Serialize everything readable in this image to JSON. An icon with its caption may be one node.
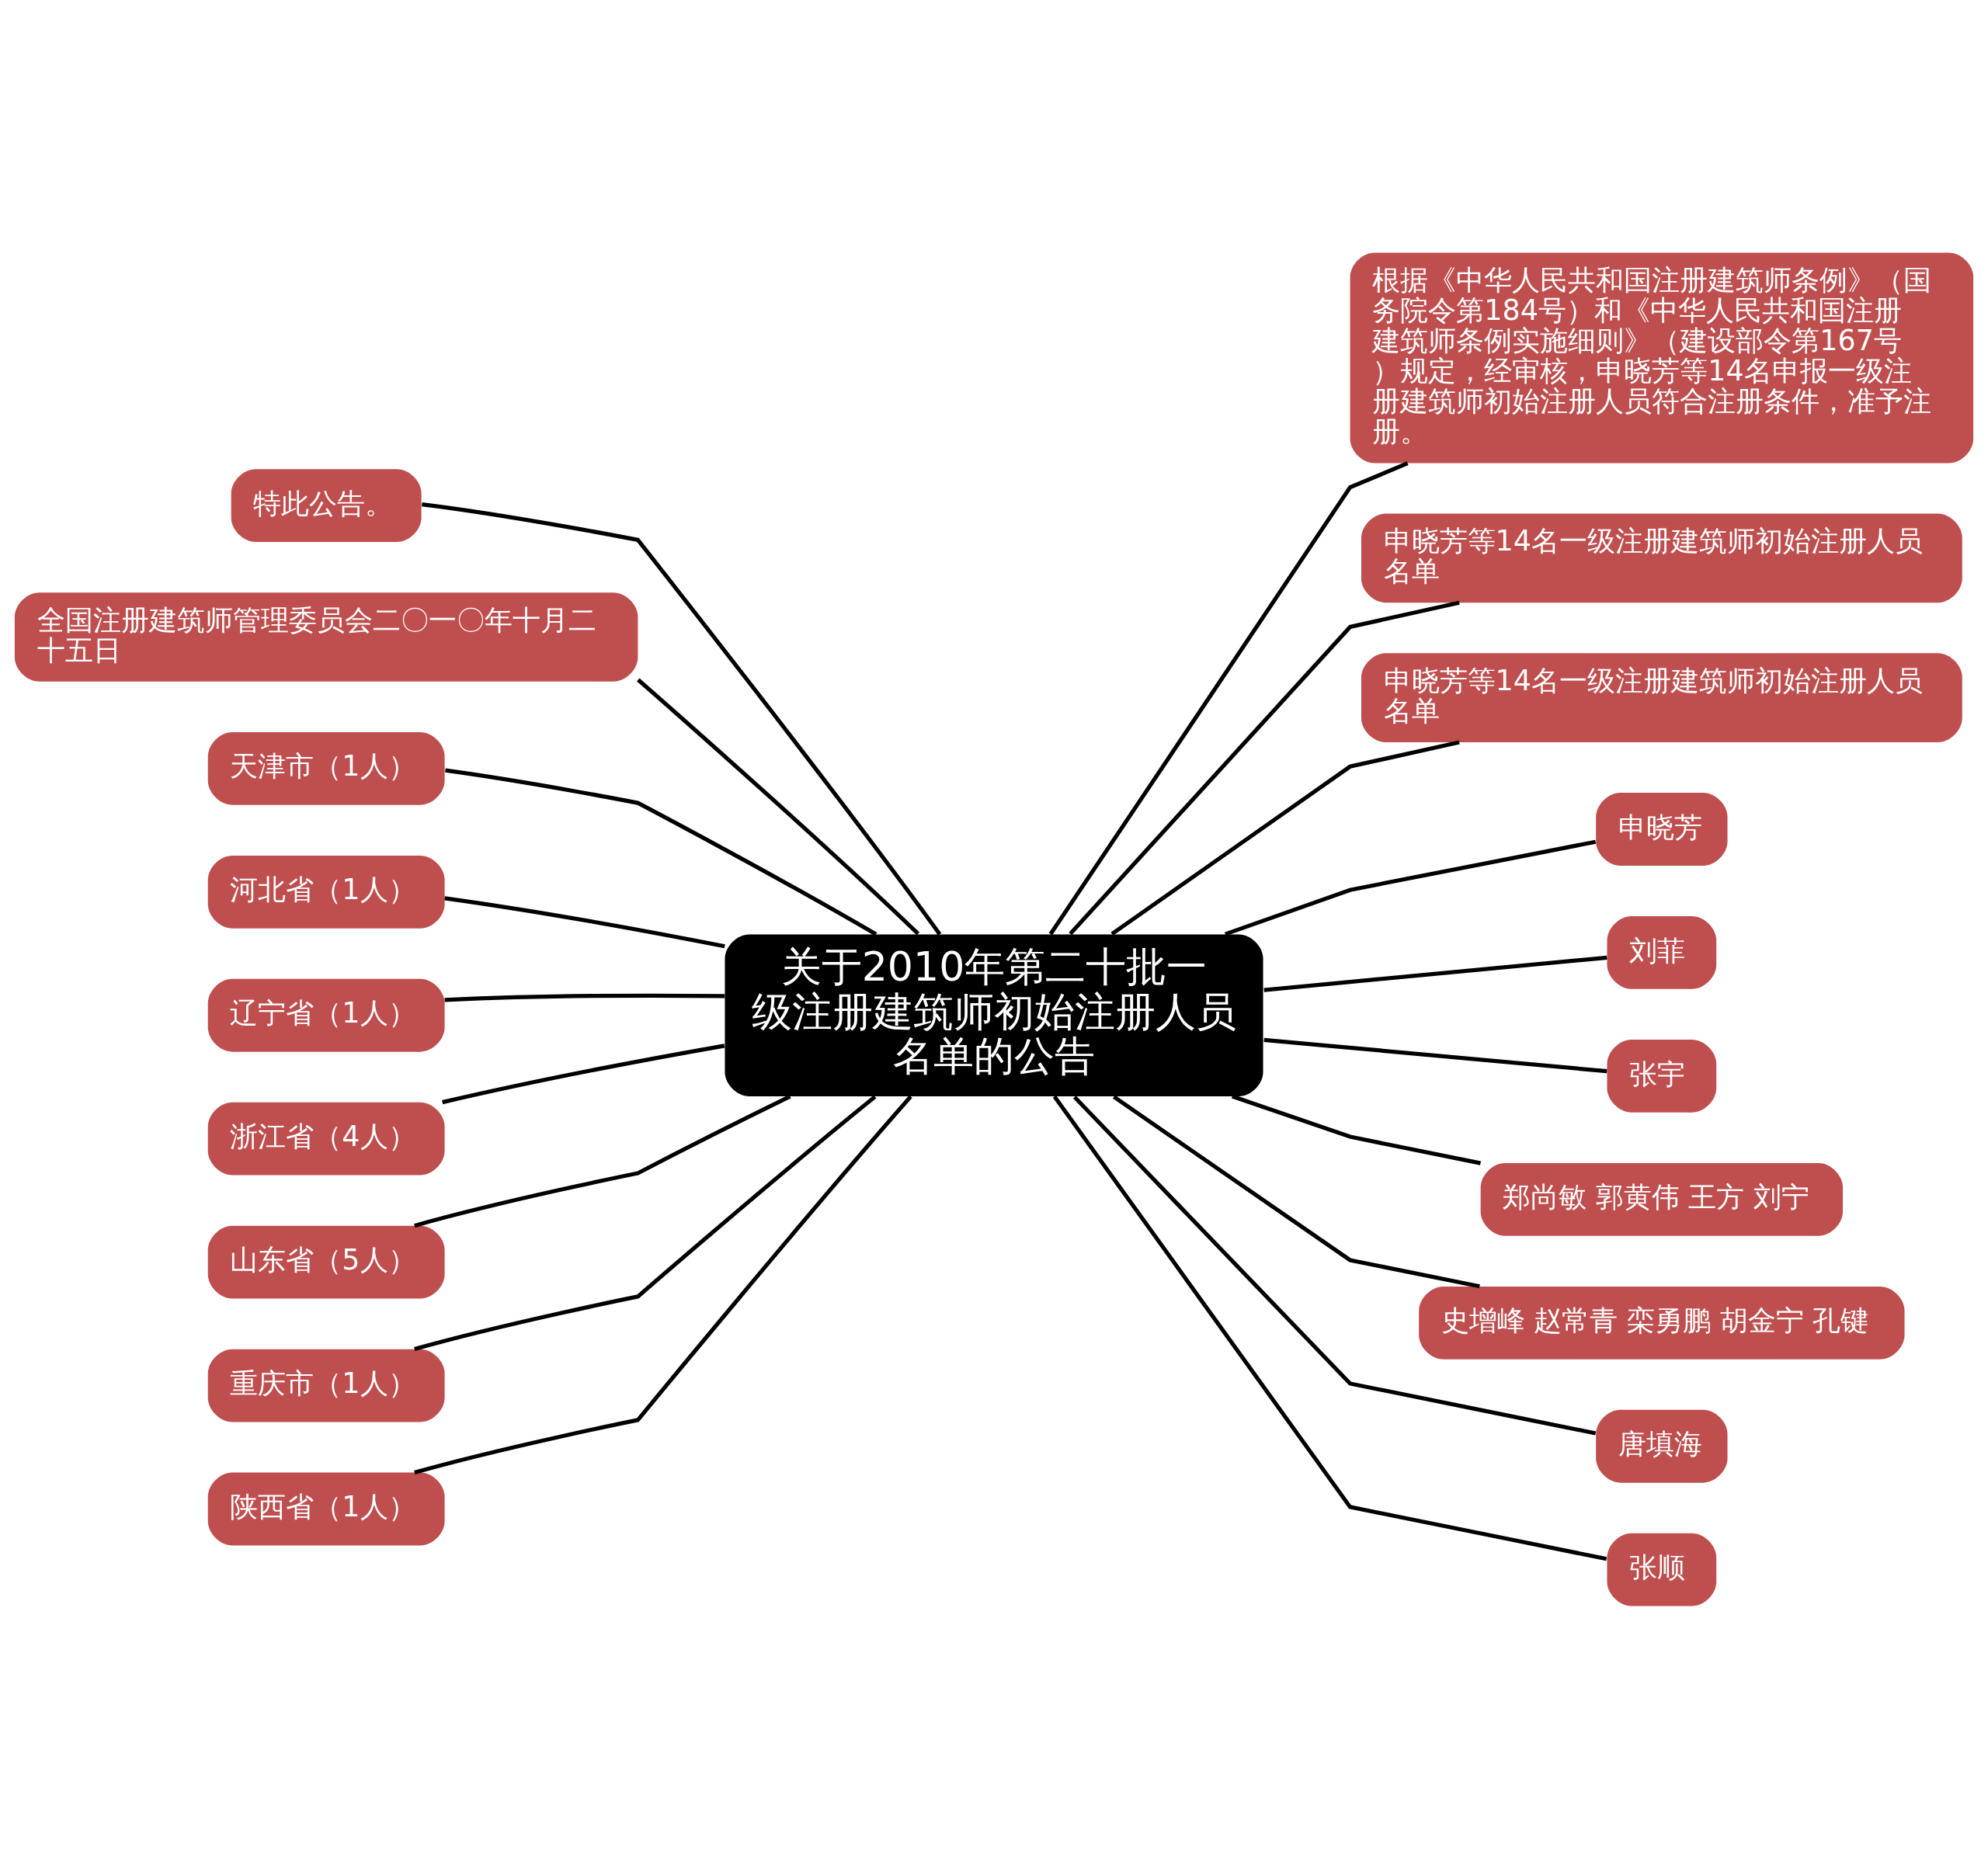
{
  "diagram": {
    "nodes": [
      {
        "text": [
          "关于2010年第二十批一级注册建筑师初始注册人员名单的公告"
        ]
      },
      {
        "text": [
          "特此公告。"
        ]
      },
      {
        "text": [
          "全国注册建筑师管理委员会二〇一〇年十月二十五日"
        ]
      },
      {
        "text": [
          "天津市（1人）"
        ]
      },
      {
        "text": [
          "河北省（1人）"
        ]
      },
      {
        "text": [
          "辽宁省（1人）"
        ]
      },
      {
        "text": [
          "浙江省（4人）"
        ]
      },
      {
        "text": [
          "山东省（5人）"
        ]
      },
      {
        "text": [
          "重庆市（1人）"
        ]
      },
      {
        "text": [
          "陕西省（1人）"
        ]
      },
      {
        "text": [
          "根据《中华人民共和国注册建筑师条例》（国务院令第184号）和《中华人民共和国注册建筑师条例实施细则》（建设部令第167号）规定，经审核，申晓芳等14名申报一级注册建筑师初始注册人员符合注册条件，准予注册。"
        ]
      },
      {
        "text": [
          "申晓芳等14名一级注册建筑师初始注册人员名单"
        ]
      },
      {
        "text": [
          "申晓芳等14名一级注册建筑师初始注册人员名单"
        ]
      },
      {
        "text": [
          "申晓芳"
        ]
      },
      {
        "text": [
          "刘菲"
        ]
      },
      {
        "text": [
          "张宇"
        ]
      },
      {
        "text": [
          "郑尚敏 郭黄伟 王方 刘宁"
        ]
      },
      {
        "text": [
          "史增峰 赵常青 栾勇鹏 胡金宁 孔键"
        ]
      },
      {
        "text": [
          "唐填海"
        ]
      },
      {
        "text": [
          "张顺"
        ]
      }
    ],
    "edges": [
      {
        "from": 0,
        "to": 1,
        "arrow": "none"
      },
      {
        "from": 0,
        "to": 2,
        "arrow": "none"
      },
      {
        "from": 0,
        "to": 3,
        "arrow": "none"
      },
      {
        "from": 0,
        "to": 4,
        "arrow": "none"
      },
      {
        "from": 0,
        "to": 5,
        "arrow": "none"
      },
      {
        "from": 0,
        "to": 6,
        "arrow": "none"
      },
      {
        "from": 0,
        "to": 7,
        "arrow": "none"
      },
      {
        "from": 0,
        "to": 8,
        "arrow": "none"
      },
      {
        "from": 0,
        "to": 9,
        "arrow": "none"
      },
      {
        "from": 0,
        "to": 10,
        "arrow": "none"
      },
      {
        "from": 0,
        "to": 11,
        "arrow": "none"
      },
      {
        "from": 0,
        "to": 12,
        "arrow": "none"
      },
      {
        "from": 0,
        "to": 13,
        "arrow": "none"
      },
      {
        "from": 0,
        "to": 14,
        "arrow": "none"
      },
      {
        "from": 0,
        "to": 15,
        "arrow": "none"
      },
      {
        "from": 0,
        "to": 16,
        "arrow": "none"
      },
      {
        "from": 0,
        "to": 17,
        "arrow": "none"
      },
      {
        "from": 0,
        "to": 18,
        "arrow": "none"
      },
      {
        "from": 0,
        "to": 19,
        "arrow": "none"
      }
    ]
  }
}
